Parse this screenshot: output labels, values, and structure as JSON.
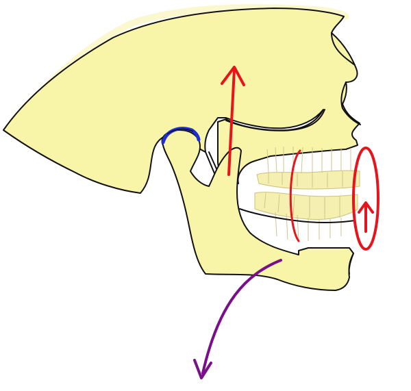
{
  "diagram": {
    "subject": "lateral-skull-jaw-mechanics",
    "colors": {
      "bone": "#f8f5a8",
      "bone_edge": "#111111",
      "tooth": "#f6f0b0",
      "disc": "#1f2fd6",
      "force_red": "#e8141c",
      "force_purple": "#7a0f8a"
    },
    "icons": [
      "skull-outline",
      "mandible",
      "tmj-disc",
      "upward-force-arrow",
      "downward-curved-arrow",
      "rotation-ellipse"
    ]
  }
}
